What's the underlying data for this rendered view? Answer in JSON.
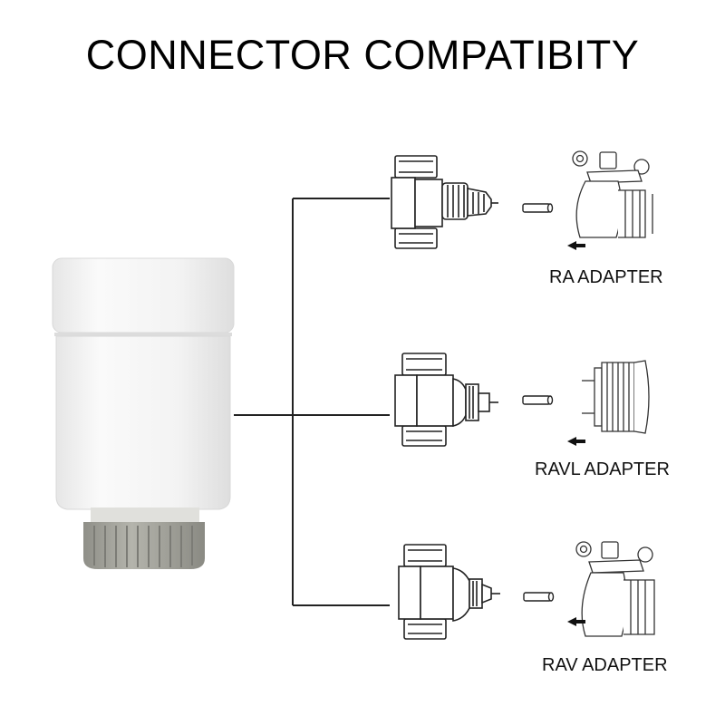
{
  "header": {
    "title": "CONNECTOR COMPATIBITY"
  },
  "device": {
    "name_icon": "smart-thermostatic-actuator-icon"
  },
  "connectors": [
    {
      "label": "RA ADAPTER",
      "valve_icon": "valve-icon",
      "pin_icon": "pin-icon",
      "adapter_icon": "ra-adapter-icon"
    },
    {
      "label": "RAVL ADAPTER",
      "valve_icon": "valve-icon",
      "pin_icon": "pin-icon",
      "adapter_icon": "ravl-adapter-icon"
    },
    {
      "label": "RAV ADAPTER",
      "valve_icon": "valve-icon",
      "pin_icon": "pin-icon",
      "adapter_icon": "rav-adapter-icon"
    }
  ],
  "colors": {
    "background": "#ffffff",
    "line": "#222222",
    "device_body": "#f2f2f2",
    "knob": "#a9a9a1"
  }
}
